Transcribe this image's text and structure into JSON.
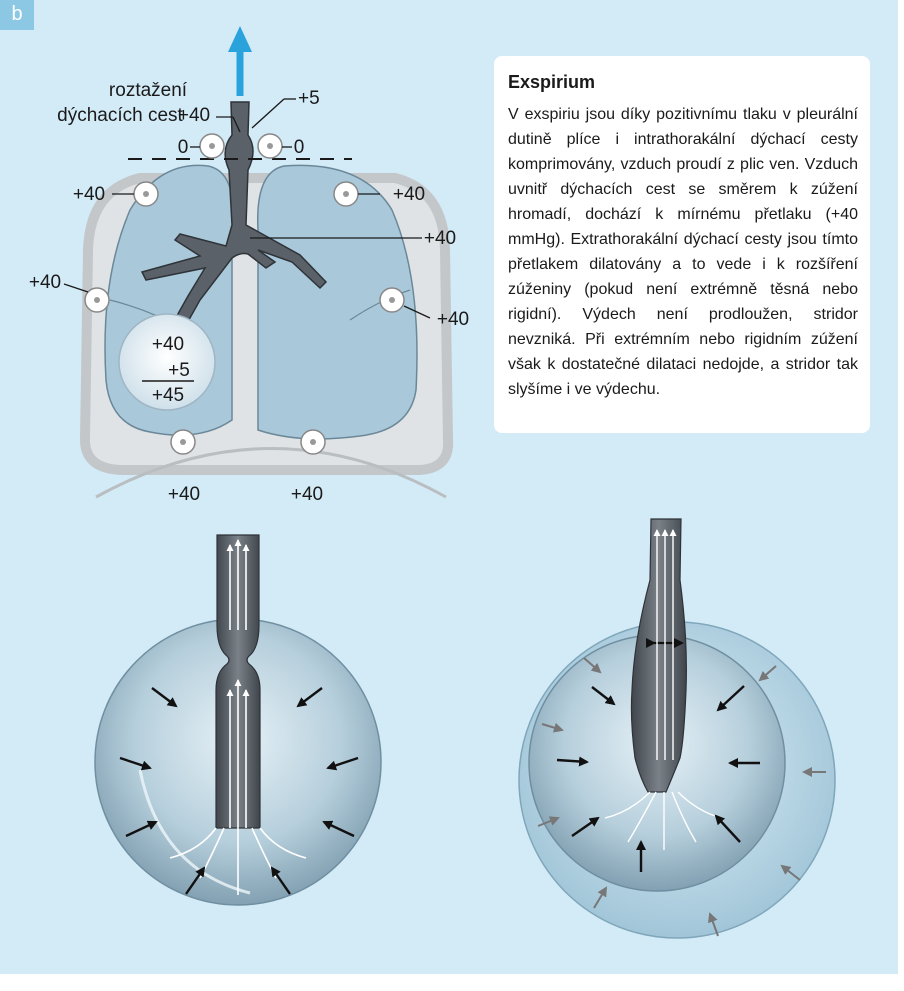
{
  "panel_letter": "b",
  "colors": {
    "background": "#d3eaf7",
    "badge": "#8cc8e4",
    "lung_fill": "#a9c8da",
    "airway_fill": "#5a6168",
    "outflow_arrow": "#2aa3dd",
    "thorax_outline": "#c3c7c9"
  },
  "labels": {
    "airway_dilation_line1": "roztažení",
    "airway_dilation_line2": "dýchacích cest",
    "airway_pressure": "+40",
    "top_pressure": "+5",
    "pleura_left_zero": "0",
    "pleura_right_zero": "0",
    "left_upper": "+40",
    "right_upper": "+40",
    "bronchi": "+40",
    "left_side": "+40",
    "right_side": "+40",
    "alveolus_top": "+40",
    "alveolus_mid": "+5",
    "alveolus_sum": "+45",
    "bottom_left": "+40",
    "bottom_right": "+40"
  },
  "info": {
    "title": "Exspirium",
    "text": "V exspiriu jsou díky pozitivnímu tlaku v pleurální dutině plíce i intrathorakální dýchací cesty komprimovány, vzduch proudí z plic ven. Vzduch uvnitř dýchacích cest se směrem k zúžení hromadí, dochází k mírnému přetlaku (+40 mmHg). Extrathorakální dýchací cesty jsou tímto přetlakem dilatovány a to vede i k rozšíření zúženiny (pokud není extrémně těsná nebo rigidní). Výdech není prodloužen, stridor nevzniká. Při extrémním nebo rigidním zúžení však k dostatečné dilataci nedojde, a stridor tak slyšíme i ve výdechu."
  }
}
